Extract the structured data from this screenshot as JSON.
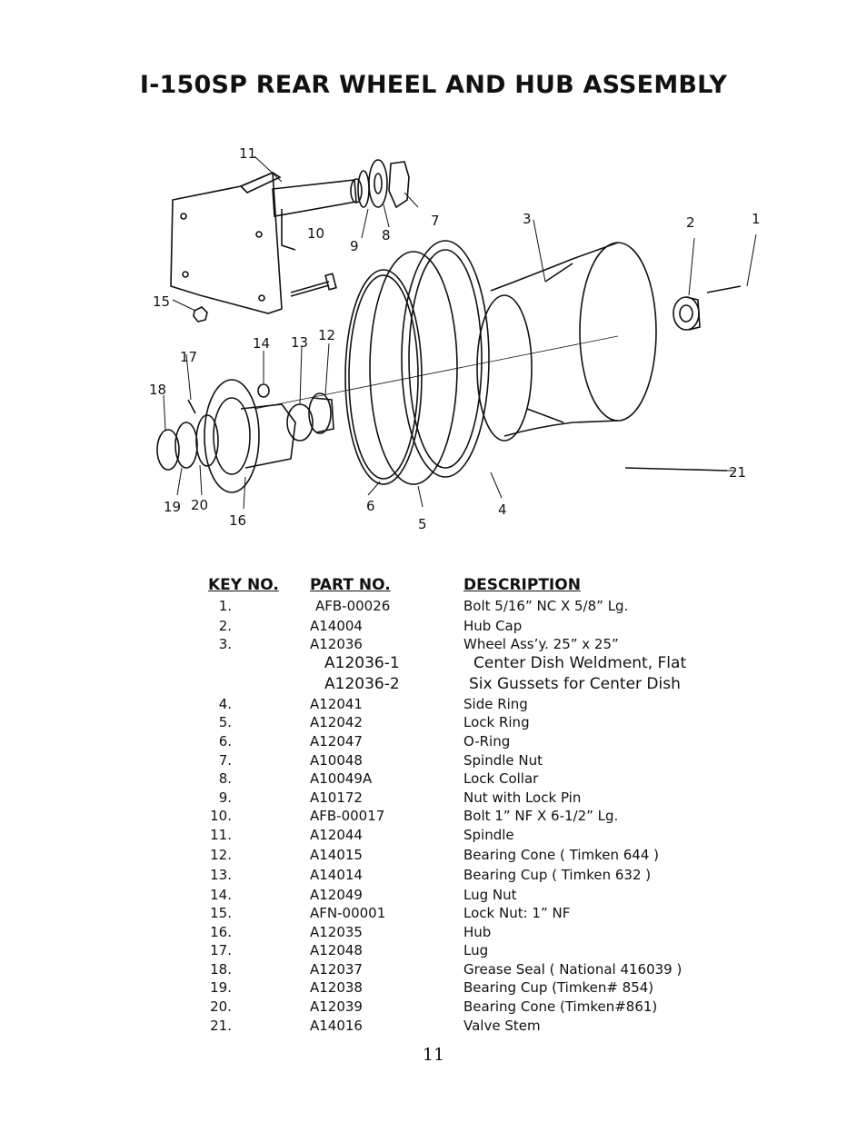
{
  "title": "I-150SP REAR WHEEL AND HUB ASSEMBLY",
  "callouts": [
    "11",
    "10",
    "9",
    "8",
    "7",
    "3",
    "2",
    "1",
    "15",
    "17",
    "14",
    "13",
    "12",
    "18",
    "19",
    "20",
    "16",
    "6",
    "5",
    "4",
    "21"
  ],
  "headers": {
    "key": "KEY NO.",
    "part": "PART  NO.",
    "desc": "DESCRIPTION"
  },
  "rows": [
    {
      "key": "1.",
      "part": "AFB-00026",
      "desc": "Bolt 5/16” NC X 5/8” Lg."
    },
    {
      "key": "2.",
      "part": "A14004",
      "desc": "Hub Cap"
    },
    {
      "key": "3.",
      "part": "A12036",
      "desc": "Wheel Ass’y. 25” x 25”"
    },
    {
      "key": "",
      "part": "A12036-1",
      "desc": "Center Dish Weldment, Flat"
    },
    {
      "key": "",
      "part": "A12036-2",
      "desc": "Six Gussets for Center Dish"
    },
    {
      "key": "4.",
      "part": "A12041",
      "desc": "Side Ring"
    },
    {
      "key": "5.",
      "part": "A12042",
      "desc": "Lock Ring"
    },
    {
      "key": "6.",
      "part": "A12047",
      "desc": "O-Ring"
    },
    {
      "key": "7.",
      "part": "A10048",
      "desc": "Spindle Nut"
    },
    {
      "key": "8.",
      "part": "A10049A",
      "desc": "Lock Collar"
    },
    {
      "key": "9.",
      "part": "A10172",
      "desc": "Nut with Lock Pin"
    },
    {
      "key": "10.",
      "part": "AFB-00017",
      "desc": "Bolt 1” NF X 6-1/2” Lg."
    },
    {
      "key": "11.",
      "part": "A12044",
      "desc": "Spindle"
    },
    {
      "key": "12.",
      "part": "A14015",
      "desc": "Bearing Cone ( Timken 644 )"
    },
    {
      "key": "13.",
      "part": "A14014",
      "desc": "Bearing Cup ( Timken 632 )"
    },
    {
      "key": "14.",
      "part": "A12049",
      "desc": "Lug Nut"
    },
    {
      "key": "15.",
      "part": "AFN-00001",
      "desc": "Lock Nut: 1” NF"
    },
    {
      "key": "16.",
      "part": "A12035",
      "desc": "Hub"
    },
    {
      "key": "17.",
      "part": "A12048",
      "desc": "Lug"
    },
    {
      "key": "18.",
      "part": "A12037",
      "desc": "Grease Seal ( National 416039 )"
    },
    {
      "key": "19.",
      "part": "A12038",
      "desc": "Bearing Cup (Timken# 854)"
    },
    {
      "key": "20.",
      "part": "A12039",
      "desc": "Bearing Cone (Timken#861)"
    },
    {
      "key": "21.",
      "part": "A14016",
      "desc": "Valve Stem"
    }
  ],
  "page_number": "11"
}
